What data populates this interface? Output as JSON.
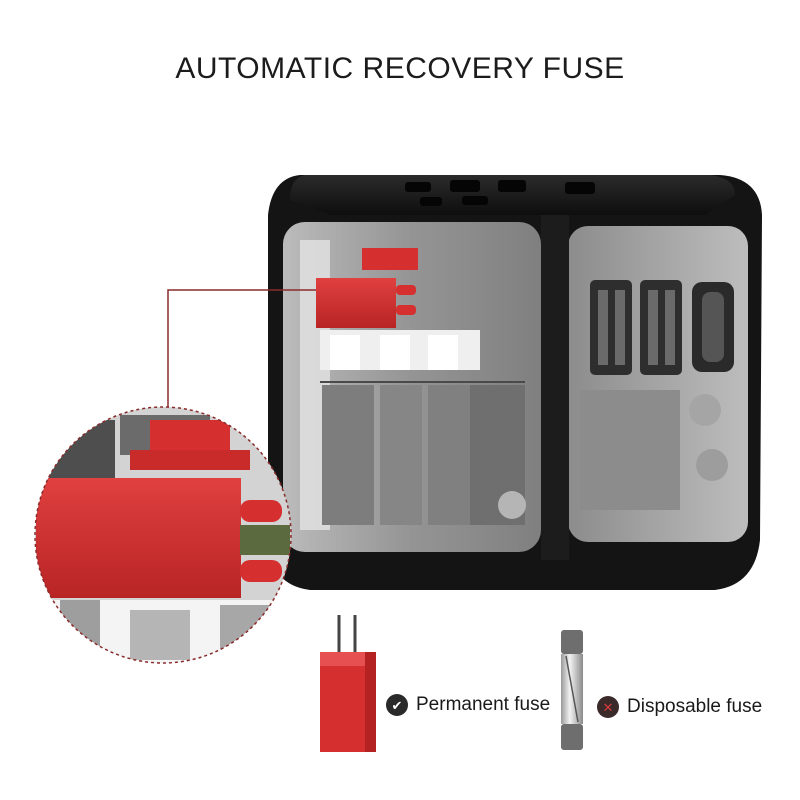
{
  "headline": "AUTOMATIC RECOVERY FUSE",
  "legend": {
    "permanent_label": "Permanent fuse",
    "disposable_label": "Disposable fuse"
  },
  "icons": {
    "permanent": "check-circle-icon",
    "disposable": "cross-circle-icon"
  },
  "colors": {
    "fuse_red": "#d62f2f",
    "body_black": "#151515",
    "callout_line": "#8a2b2b"
  }
}
